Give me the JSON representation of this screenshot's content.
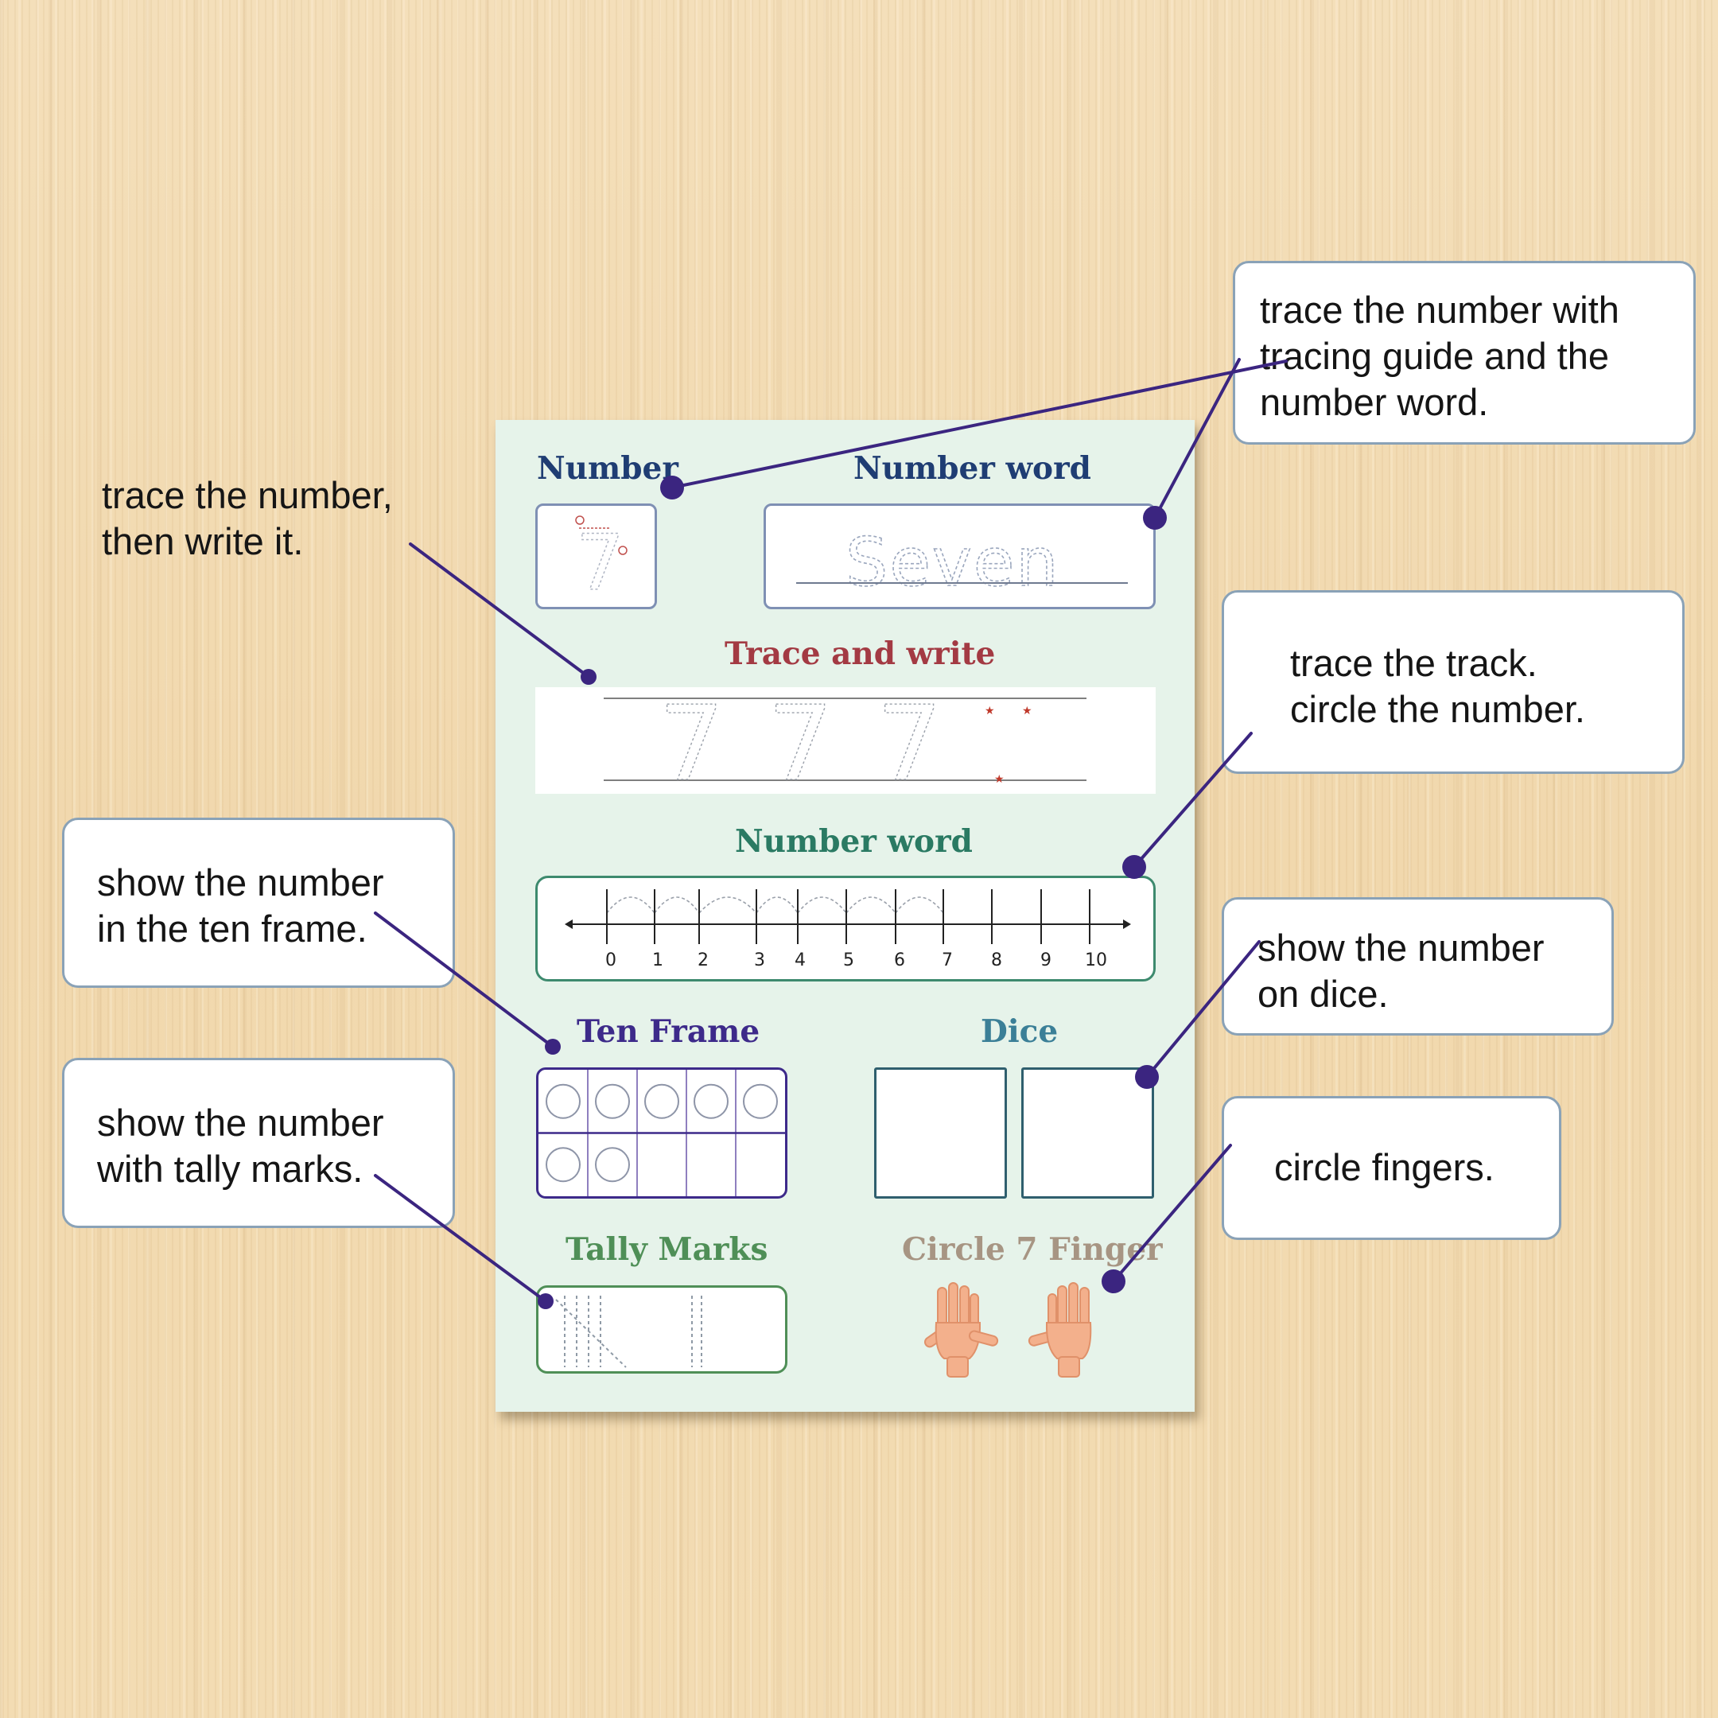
{
  "worksheet": {
    "number_heading": "Number",
    "number_word_heading": "Number word",
    "number_glyph": "7",
    "number_word_text": "Seven",
    "trace_write_heading": "Trace and write",
    "trace_digits": [
      "7",
      "7",
      "7"
    ],
    "number_line_heading": "Number word",
    "number_line_ticks": [
      "0",
      "1",
      "2",
      "3",
      "4",
      "5",
      "6",
      "7",
      "8",
      "9",
      "10"
    ],
    "ten_frame_heading": "Ten Frame",
    "ten_frame_filled": 7,
    "dice_heading": "Dice",
    "tally_heading": "Tally Marks",
    "fingers_heading": "Circle 7 Finger",
    "colors": {
      "number_heading": "#1f3d73",
      "trace_heading": "#a33a43",
      "number_line_heading": "#2a7a63",
      "ten_frame": "#3d2a8a",
      "dice_heading": "#3b7f97",
      "tally": "#4f8f57",
      "fingers_heading": "#a79583",
      "connector": "#3b2580"
    }
  },
  "callouts": {
    "trace_number_guide": [
      "trace the number with",
      "tracing guide and the",
      "number word."
    ],
    "trace_then_write": [
      "trace the number,",
      "then write it."
    ],
    "trace_track": [
      "trace the track.",
      "circle the number."
    ],
    "ten_frame": [
      "show the number",
      "in the ten frame."
    ],
    "dice": [
      "show the number",
      "on dice."
    ],
    "tally": [
      "show the number",
      "with tally marks."
    ],
    "fingers": [
      "circle fingers."
    ]
  }
}
